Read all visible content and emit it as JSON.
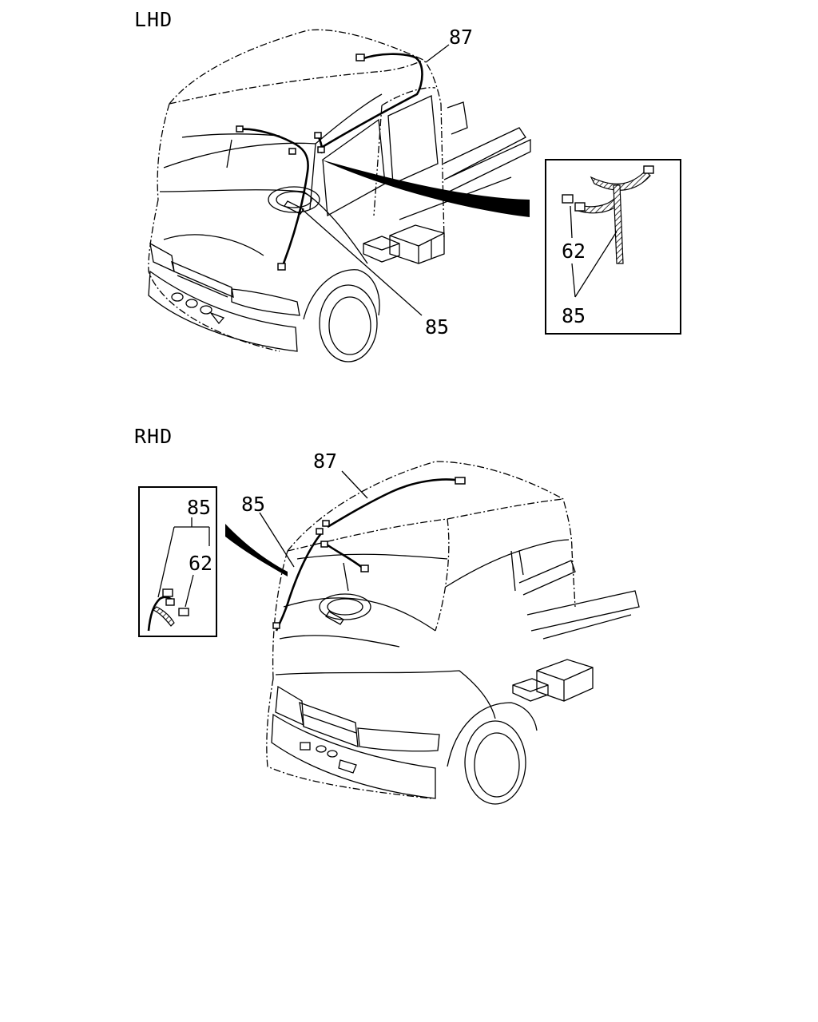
{
  "sections": {
    "lhd": {
      "title": "LHD",
      "callouts": {
        "roof_harness": "87",
        "dash_harness": "85"
      },
      "inset": {
        "upper": "62",
        "lower": "85"
      }
    },
    "rhd": {
      "title": "RHD",
      "callouts": {
        "roof_harness": "87",
        "pillar_harness": "85"
      },
      "inset": {
        "upper": "85",
        "lower": "62"
      }
    }
  },
  "colors": {
    "line": "#000000",
    "background": "#ffffff"
  }
}
